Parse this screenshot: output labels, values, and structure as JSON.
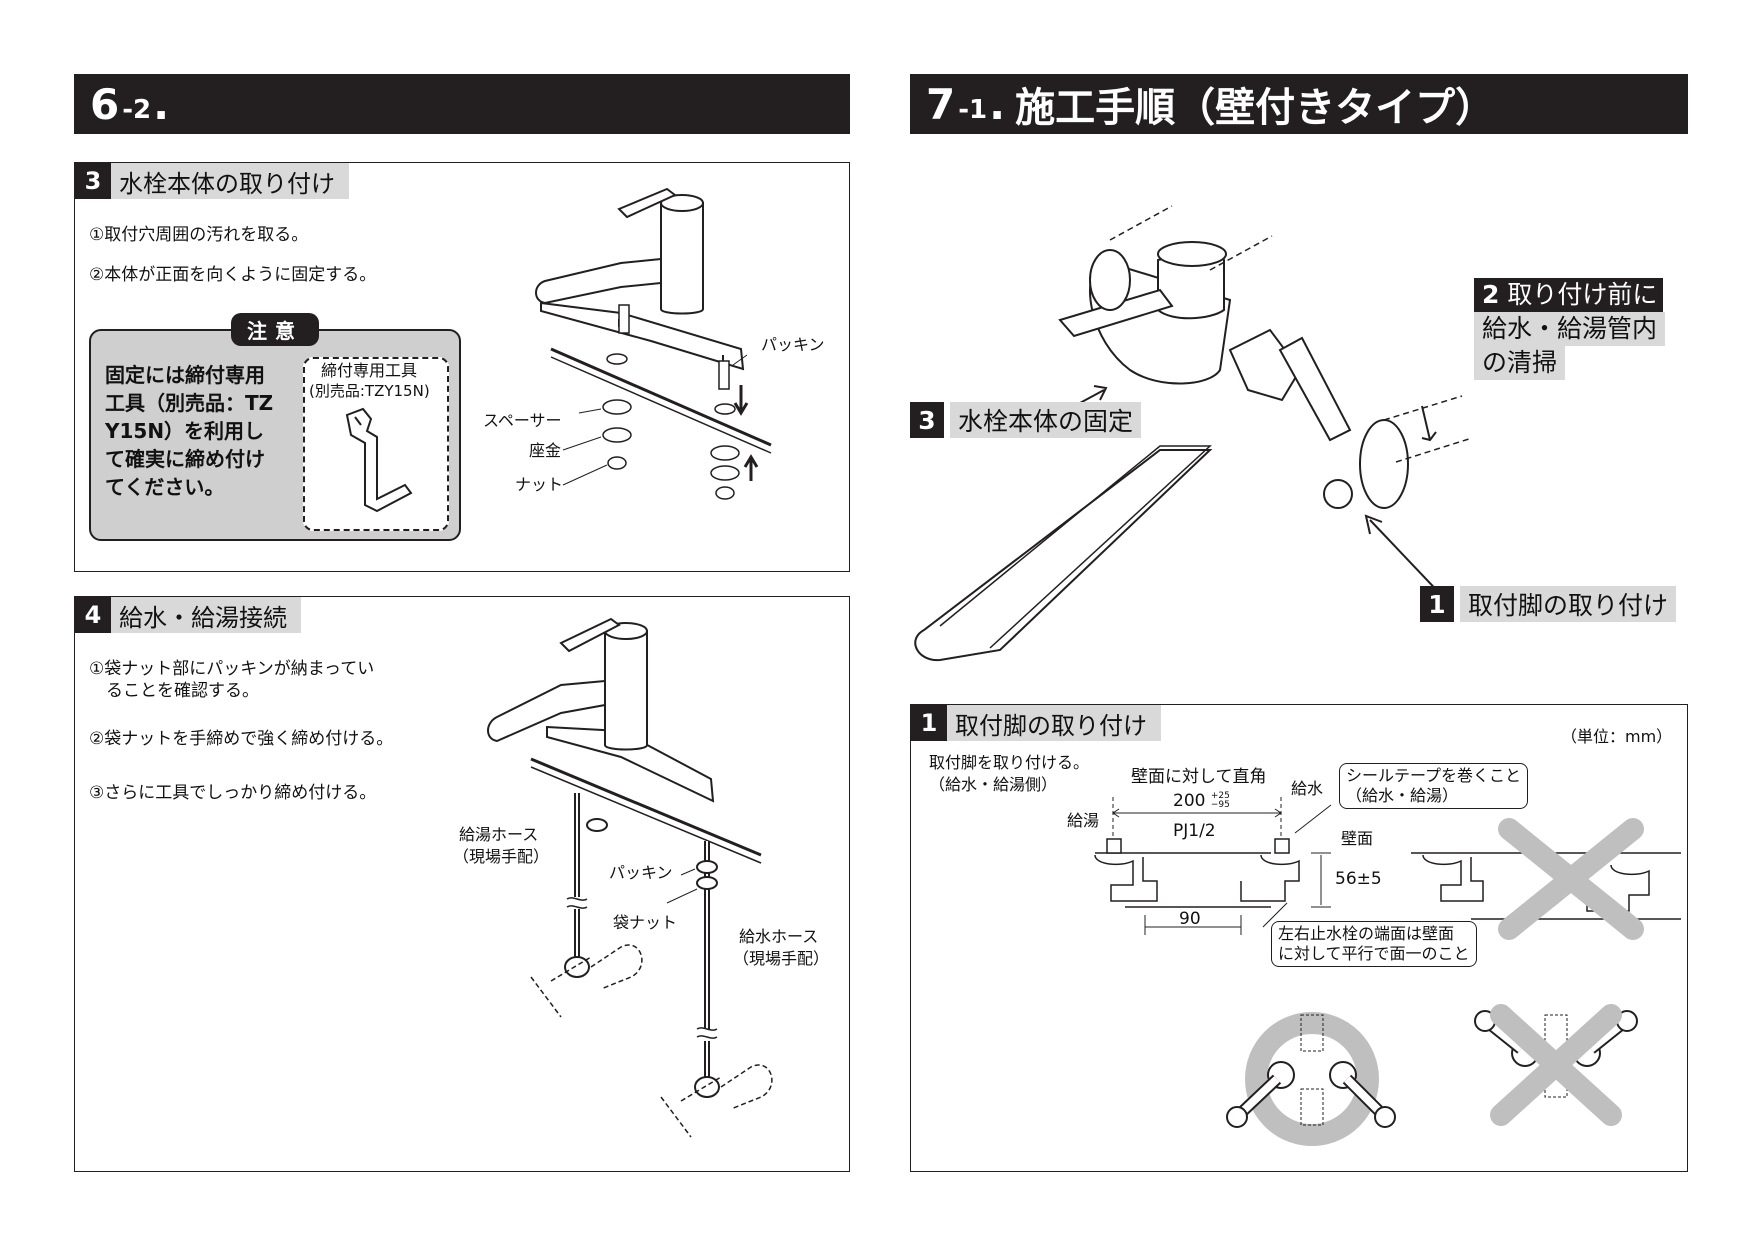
{
  "left_header": {
    "num": "6",
    "sub": "-2",
    "dot": "."
  },
  "right_header": {
    "num": "7",
    "sub": "-1",
    "dot": ".",
    "title": "施工手順（壁付きタイプ）"
  },
  "step3": {
    "badge": "3",
    "title": "水栓本体の取り付け",
    "lines": [
      "①取付穴周囲の汚れを取る。",
      "②本体が正面を向くように固定する。"
    ],
    "caution_title": "注意",
    "caution_lines": [
      "固定には締付専用",
      "工具（別売品：TZ",
      "Y15N）を利用し",
      "て確実に締め付け",
      "てください。"
    ],
    "tool_lines": [
      "締付専用工具",
      "(別売品:TZY15N)"
    ],
    "labels": {
      "packing": "パッキン",
      "spacer": "スペーサー",
      "washer": "座金",
      "nut": "ナット"
    }
  },
  "step4": {
    "badge": "4",
    "title": "給水・給湯接続",
    "lines": [
      "①袋ナット部にパッキンが納まってい",
      "　ることを確認する。",
      "②袋ナットを手締めで強く締め付ける。",
      "③さらに工具でしっかり締め付ける。"
    ],
    "labels": {
      "hot_hose_1": "給湯ホース",
      "hot_hose_2": "（現場手配）",
      "packing": "パッキン",
      "bag_nut": "袋ナット",
      "cold_hose_1": "給水ホース",
      "cold_hose_2": "（現場手配）"
    }
  },
  "overview": {
    "c2_badge": "2",
    "c2_line1": "取り付け前に",
    "c2_line2": "給水・給湯管内",
    "c2_line3": "の清掃",
    "c3_badge": "3",
    "c3_text": "水栓本体の固定",
    "c1_badge": "1",
    "c1_text": "取付脚の取り付け"
  },
  "step1": {
    "badge": "1",
    "title": "取付脚の取り付け",
    "unit": "（単位：mm）",
    "intro_1": "取付脚を取り付ける。",
    "intro_2": "（給水・給湯側）",
    "right_angle": "壁面に対して直角",
    "dim_200": "200",
    "tol_plus": "+25",
    "tol_minus": "−95",
    "hot": "給湯",
    "cold": "給水",
    "pj": "PJ1/2",
    "wall": "壁面",
    "dim_56": "56±5",
    "dim_90": "90",
    "seal_1": "シールテープを巻くこと",
    "seal_2": "（給水・給湯）",
    "parallel_1": "左右止水栓の端面は壁面",
    "parallel_2": "に対して平行で面一のこと"
  }
}
